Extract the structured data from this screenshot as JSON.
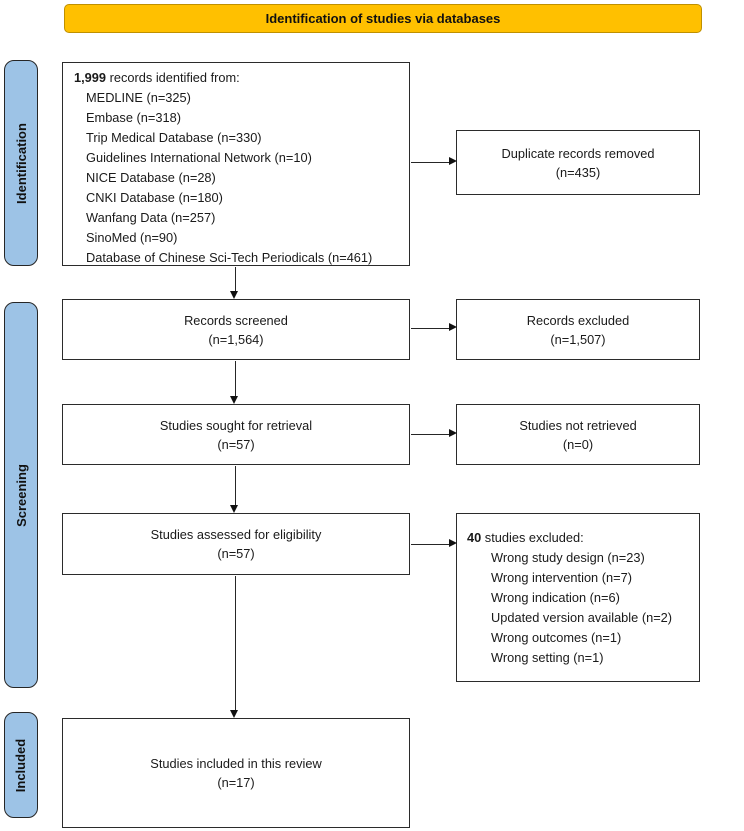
{
  "header": {
    "title": "Identification of studies via databases"
  },
  "colors": {
    "header_bg": "#FFC000",
    "header_border": "#BF9000",
    "stage_bg": "#9DC3E6",
    "line": "#262626"
  },
  "sidebar": {
    "stages": [
      {
        "label": "Identification"
      },
      {
        "label": "Screening"
      },
      {
        "label": "Included"
      }
    ]
  },
  "boxes": {
    "identified": {
      "lead_bold": "1,999",
      "lead_rest": " records identified from:",
      "sources": [
        "MEDLINE (n=325)",
        "Embase (n=318)",
        "Trip Medical Database (n=330)",
        "Guidelines International Network (n=10)",
        "NICE Database (n=28)",
        "CNKI Database (n=180)",
        "Wanfang Data (n=257)",
        "SinoMed (n=90)",
        "Database of Chinese Sci-Tech Periodicals (n=461)"
      ]
    },
    "duplicates": {
      "line1": "Duplicate records removed",
      "line2": "(n=435)"
    },
    "screened": {
      "line1": "Records screened",
      "line2": "(n=1,564)"
    },
    "records_excluded": {
      "line1": "Records excluded",
      "line2": "(n=1,507)"
    },
    "sought": {
      "line1": "Studies sought for retrieval",
      "line2": "(n=57)"
    },
    "not_retrieved": {
      "line1": "Studies not retrieved",
      "line2": "(n=0)"
    },
    "assessed": {
      "line1": "Studies assessed for eligibility",
      "line2": "(n=57)"
    },
    "studies_excluded": {
      "lead_bold": "40",
      "lead_rest": " studies excluded:",
      "reasons": [
        "Wrong study design (n=23)",
        "Wrong intervention (n=7)",
        "Wrong indication (n=6)",
        "Updated version available (n=2)",
        "Wrong outcomes (n=1)",
        "Wrong setting (n=1)"
      ]
    },
    "included": {
      "line1": "Studies included in this review",
      "line2": "(n=17)"
    }
  }
}
